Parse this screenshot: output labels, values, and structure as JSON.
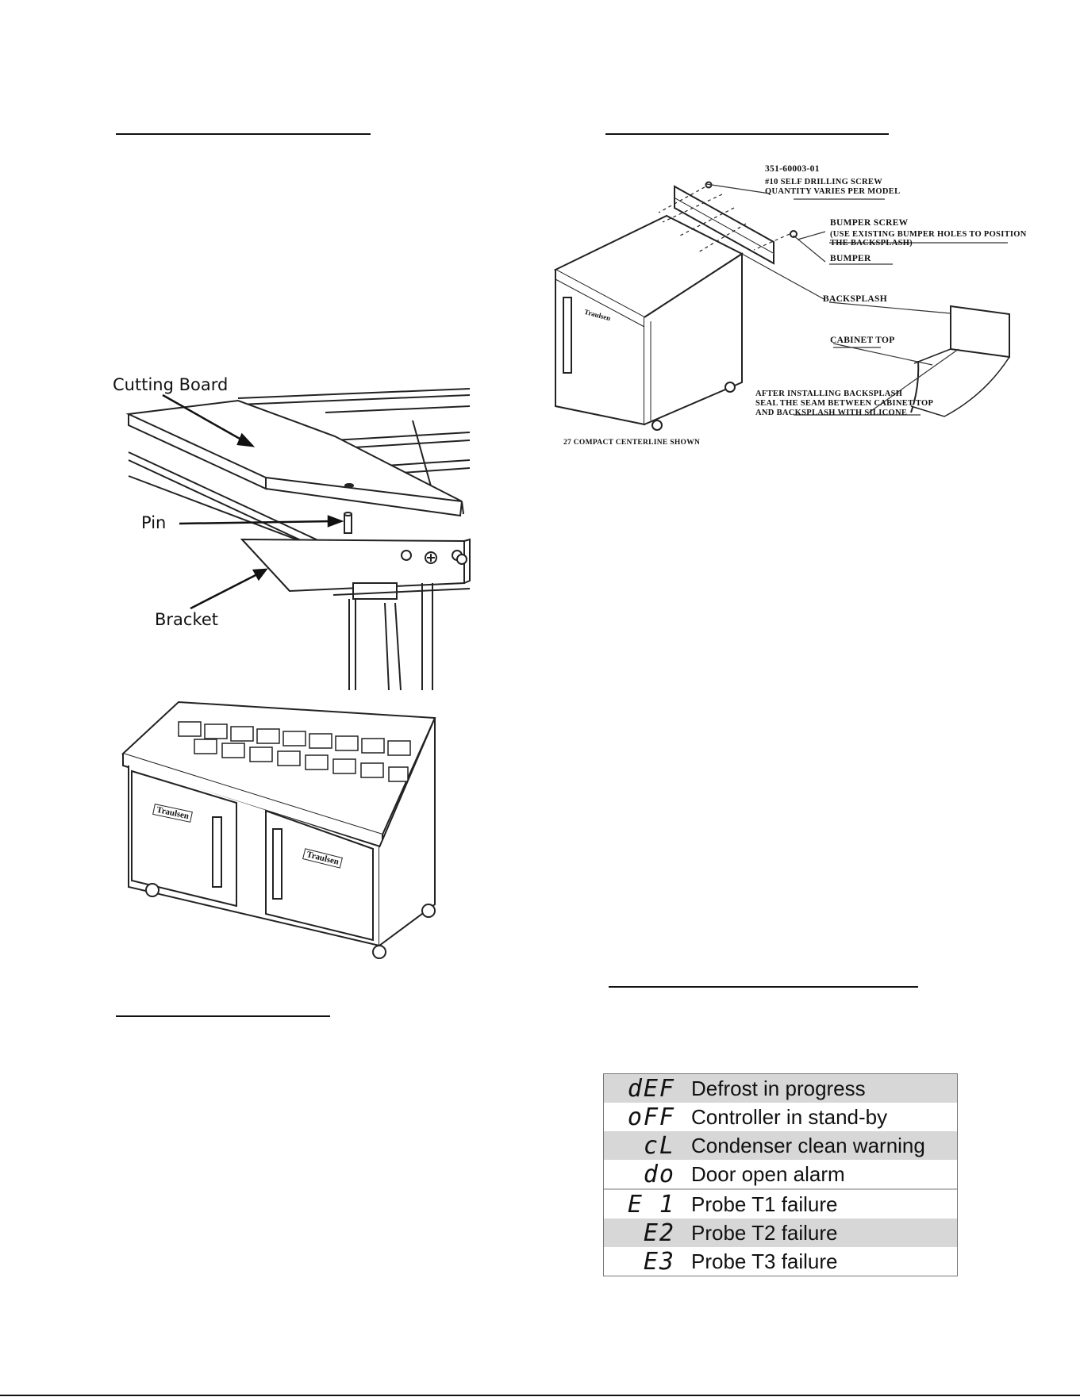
{
  "cutting_board_figure": {
    "labels": {
      "cutting_board": "Cutting Board",
      "pin": "Pin",
      "bracket": "Bracket"
    }
  },
  "backsplash_figure": {
    "part_number": "351-60003-01",
    "screw_line1": "#10 SELF DRILLING SCREW",
    "screw_line2": "QUANTITY VARIES PER MODEL",
    "bumper_screw": "BUMPER SCREW",
    "bumper_screw_note1": "(USE EXISTING BUMPER HOLES TO POSITION",
    "bumper_screw_note2": "THE BACKSPLASH)",
    "bumper": "BUMPER",
    "backsplash": "BACKSPLASH",
    "cabinet_top": "CABINET TOP",
    "install_note1": "AFTER INSTALLING BACKSPLASH",
    "install_note2": "SEAL THE SEAM BETWEEN CABINET TOP",
    "install_note3": "AND BACKSPLASH WITH SILICONE",
    "caption": "27 COMPACT CENTERLINE SHOWN",
    "brand": "Traulsen"
  },
  "prep_table_figure": {
    "brand_left": "Traulsen",
    "brand_right": "Traulsen"
  },
  "display_codes": [
    {
      "code": "dEF",
      "description": "Defrost in progress",
      "shaded": true
    },
    {
      "code": "oFF",
      "description": "Controller in stand-by",
      "shaded": false
    },
    {
      "code": "cL",
      "description": "Condenser clean warning",
      "shaded": true
    },
    {
      "code": "do",
      "description": " Door open alarm",
      "shaded": false
    },
    {
      "code": "E 1",
      "description": "Probe T1 failure",
      "shaded": false
    },
    {
      "code": "E2",
      "description": "Probe T2 failure",
      "shaded": true
    },
    {
      "code": "E3",
      "description": "Probe T3 failure",
      "shaded": false
    }
  ]
}
